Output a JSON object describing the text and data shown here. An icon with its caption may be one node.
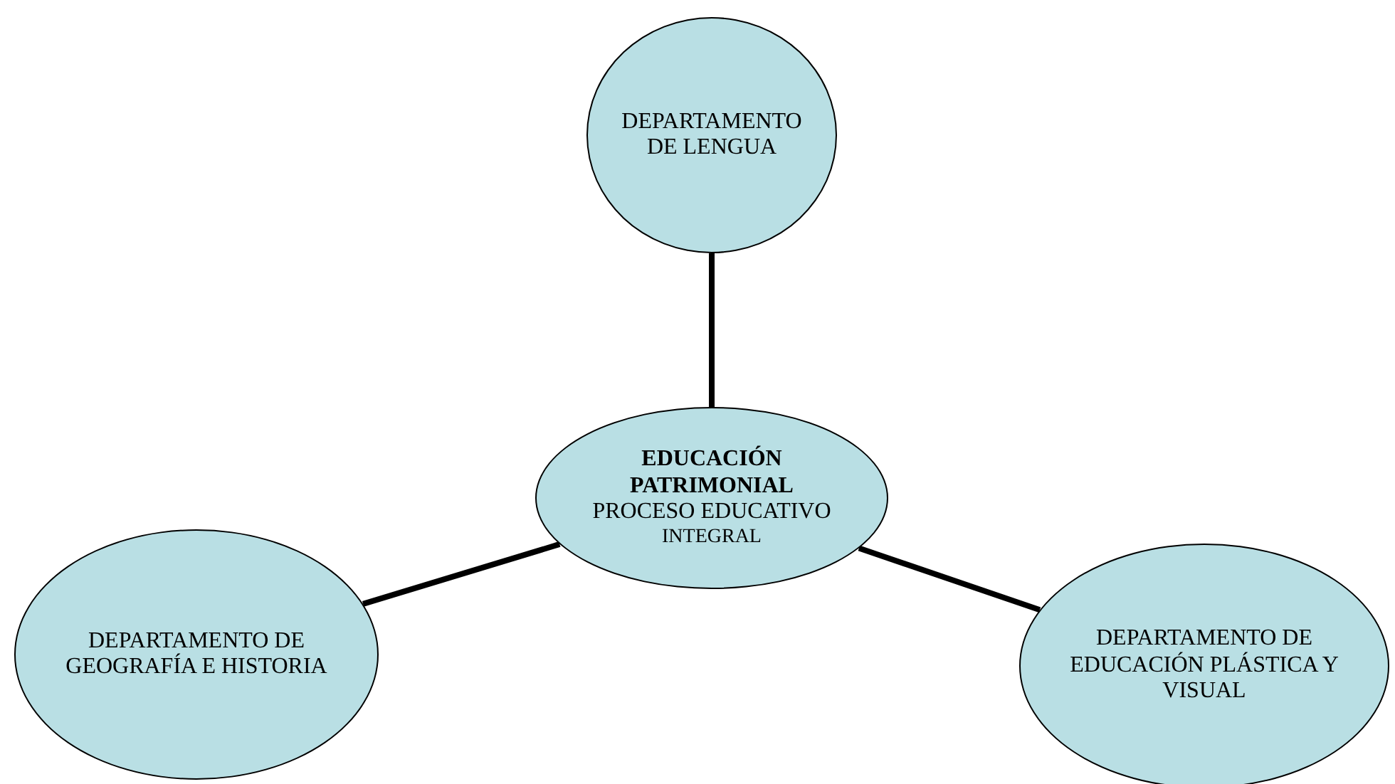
{
  "diagram": {
    "nodes": [
      {
        "text": [
          "DEPARTAMENTO DE LENGUA"
        ]
      },
      {
        "text": [
          "EDUCACIÓN PATRIMONIAL",
          "PROCESO EDUCATIVO",
          "INTEGRAL"
        ]
      },
      {
        "text": [
          "DEPARTAMENTO DE GEOGRAFÍA E HISTORIA"
        ]
      },
      {
        "text": [
          "DEPARTAMENTO DE EDUCACIÓN PLÁSTICA Y VISUAL"
        ]
      }
    ],
    "edges": [
      {
        "from": 0,
        "to": 1,
        "arrow": "none"
      },
      {
        "from": 2,
        "to": 1,
        "arrow": "none"
      },
      {
        "from": 1,
        "to": 3,
        "arrow": "none"
      }
    ]
  }
}
